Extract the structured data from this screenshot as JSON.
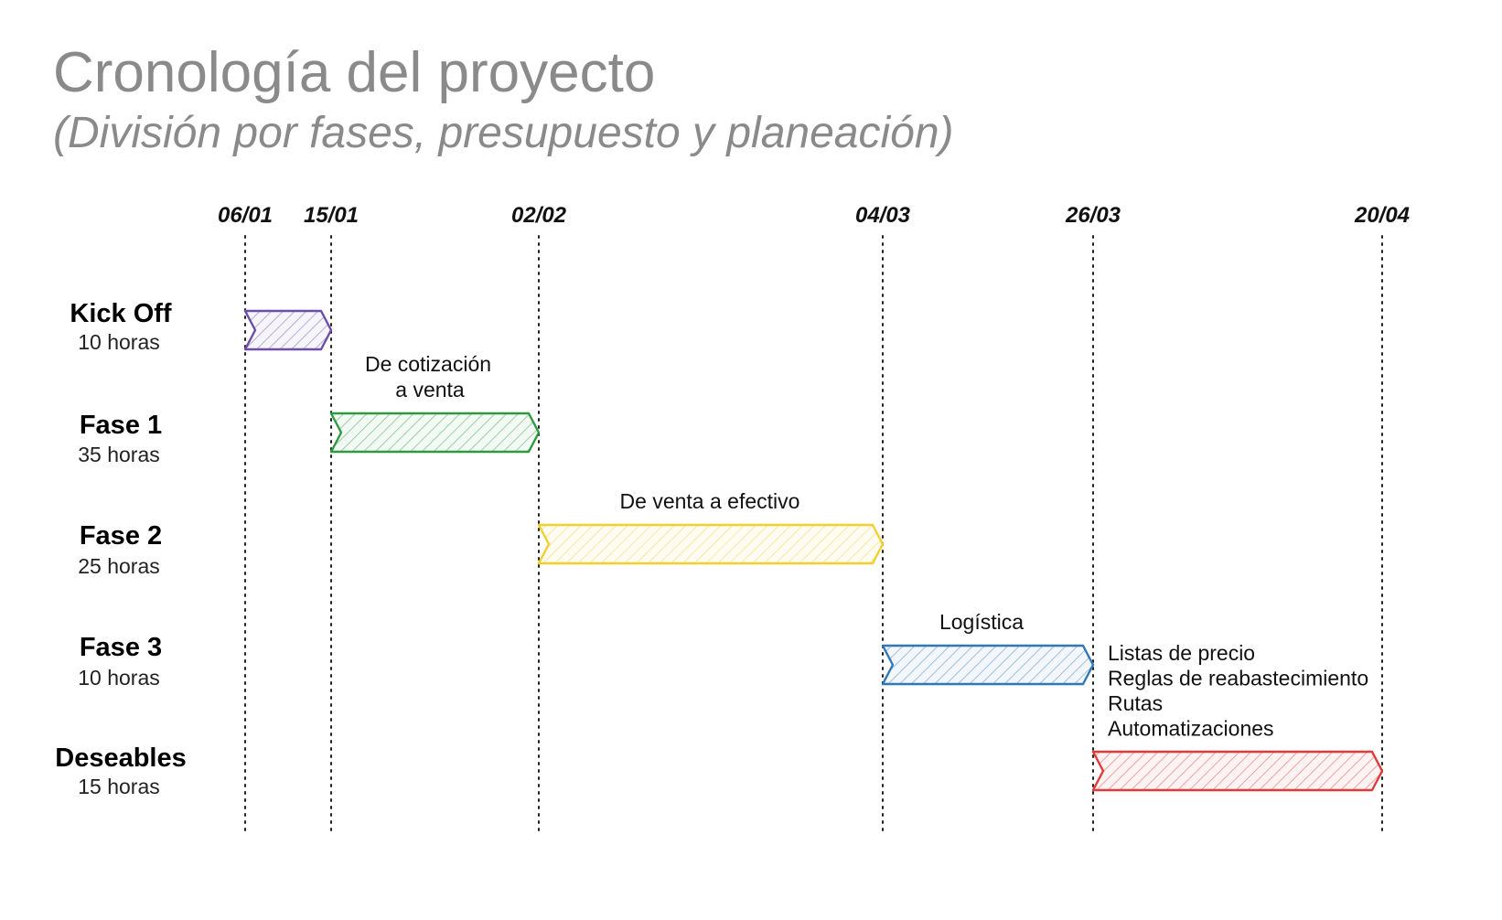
{
  "header": {
    "title": "Cronología del proyecto",
    "subtitle": "(División por fases, presupuesto y planeación)"
  },
  "timeline": {
    "dates": [
      "06/01",
      "15/01",
      "02/02",
      "04/03",
      "26/03",
      "20/04"
    ],
    "phases": [
      {
        "name": "Kick Off",
        "hours": "10 horas",
        "start": "06/01",
        "end": "15/01",
        "color": "#6b4fa8",
        "label_lines": []
      },
      {
        "name": "Fase 1",
        "hours": "35 horas",
        "start": "15/01",
        "end": "02/02",
        "color": "#2e9a3f",
        "label_lines": [
          "De cotización",
          "a venta"
        ]
      },
      {
        "name": "Fase 2",
        "hours": "25 horas",
        "start": "02/02",
        "end": "04/03",
        "color": "#f2cf2e",
        "label_lines": [
          "De venta a efectivo"
        ]
      },
      {
        "name": "Fase 3",
        "hours": "10 horas",
        "start": "04/03",
        "end": "26/03",
        "color": "#2f78b7",
        "label_lines": [
          "Logística"
        ]
      },
      {
        "name": "Deseables",
        "hours": "15 horas",
        "start": "26/03",
        "end": "20/04",
        "color": "#e03a3a",
        "label_lines": [
          "Listas de precio",
          "Reglas de reabastecimiento",
          "Rutas",
          "Automatizaciones"
        ]
      }
    ]
  }
}
